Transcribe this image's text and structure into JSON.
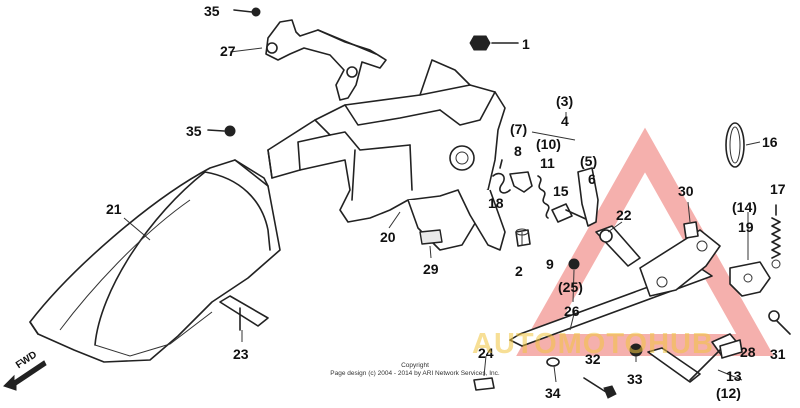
{
  "callouts": [
    {
      "id": "35a",
      "text": "35"
    },
    {
      "id": "27",
      "text": "27"
    },
    {
      "id": "1",
      "text": "1"
    },
    {
      "id": "35b",
      "text": "35"
    },
    {
      "id": "21",
      "text": "21"
    },
    {
      "id": "20",
      "text": "20"
    },
    {
      "id": "29",
      "text": "29"
    },
    {
      "id": "18",
      "text": "18"
    },
    {
      "id": "2",
      "text": "2"
    },
    {
      "id": "p3",
      "text": "(3)"
    },
    {
      "id": "4",
      "text": "4"
    },
    {
      "id": "p7",
      "text": "(7)"
    },
    {
      "id": "p10",
      "text": "(10)"
    },
    {
      "id": "8",
      "text": "8"
    },
    {
      "id": "11",
      "text": "11"
    },
    {
      "id": "p5",
      "text": "(5)"
    },
    {
      "id": "6",
      "text": "6"
    },
    {
      "id": "15",
      "text": "15"
    },
    {
      "id": "22",
      "text": "22"
    },
    {
      "id": "9",
      "text": "9"
    },
    {
      "id": "p25",
      "text": "(25)"
    },
    {
      "id": "26",
      "text": "26"
    },
    {
      "id": "30",
      "text": "30"
    },
    {
      "id": "16",
      "text": "16"
    },
    {
      "id": "17",
      "text": "17"
    },
    {
      "id": "p14",
      "text": "(14)"
    },
    {
      "id": "19",
      "text": "19"
    },
    {
      "id": "23",
      "text": "23"
    },
    {
      "id": "24",
      "text": "24"
    },
    {
      "id": "32",
      "text": "32"
    },
    {
      "id": "33",
      "text": "33"
    },
    {
      "id": "34",
      "text": "34"
    },
    {
      "id": "13",
      "text": "13"
    },
    {
      "id": "p12",
      "text": "(12)"
    },
    {
      "id": "28",
      "text": "28"
    },
    {
      "id": "31",
      "text": "31"
    }
  ],
  "fwd_label": "FWD",
  "copyright": "Copyright\nPage design (c) 2004 - 2014 by ARI Network Services, Inc.",
  "watermark": "AUTOMOTOHUB",
  "colors": {
    "line": "#222222",
    "watermark_triangle": "#e8504a",
    "watermark_text": "#f0c440"
  }
}
